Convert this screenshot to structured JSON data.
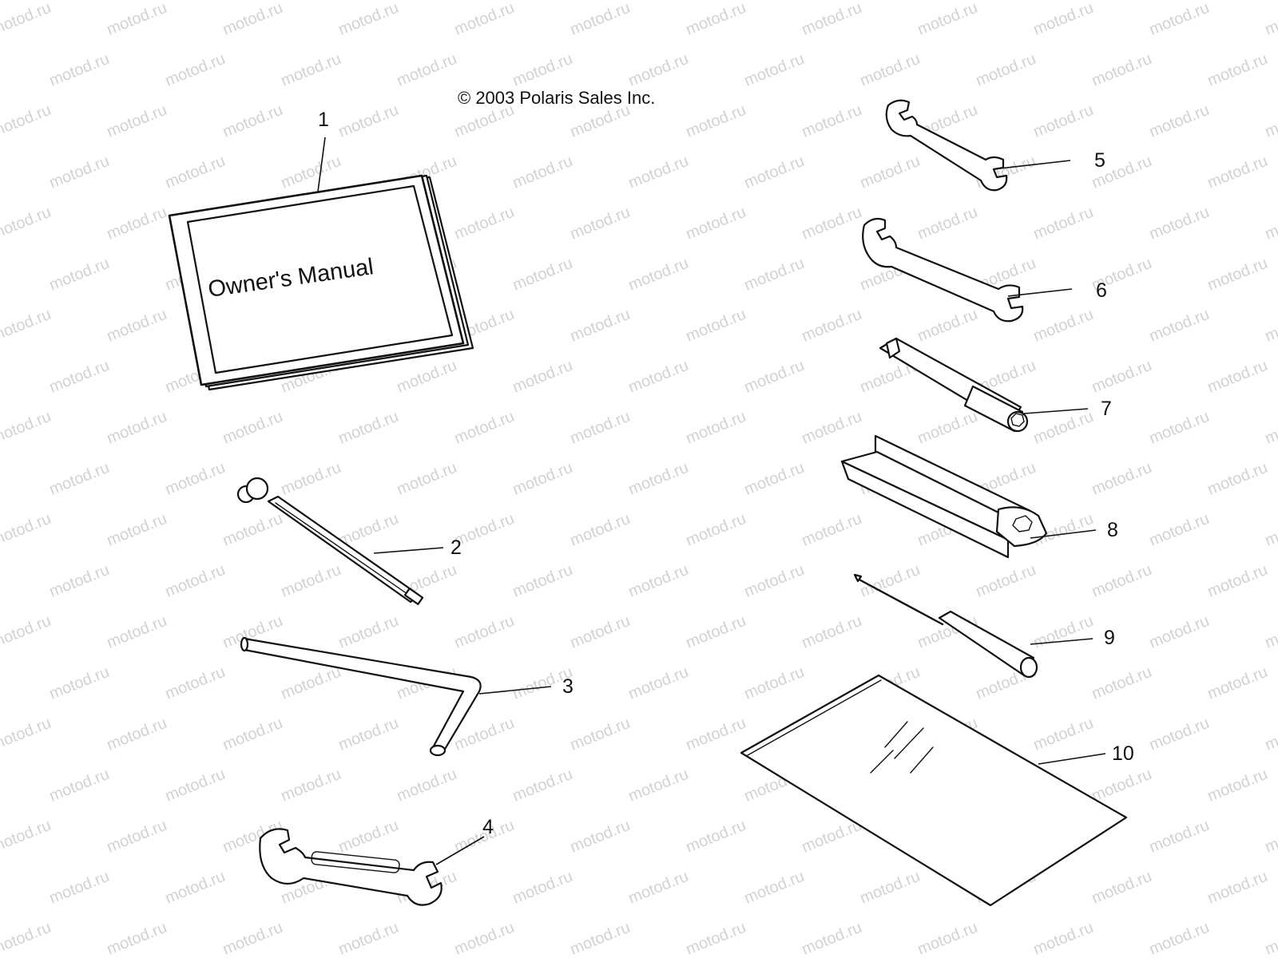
{
  "watermark": "motod.ru",
  "copyright": "© 2003 Polaris Sales Inc.",
  "manual_title": "Owner's Manual",
  "callouts": [
    "1",
    "2",
    "3",
    "4",
    "5",
    "6",
    "7",
    "8",
    "9",
    "10"
  ]
}
